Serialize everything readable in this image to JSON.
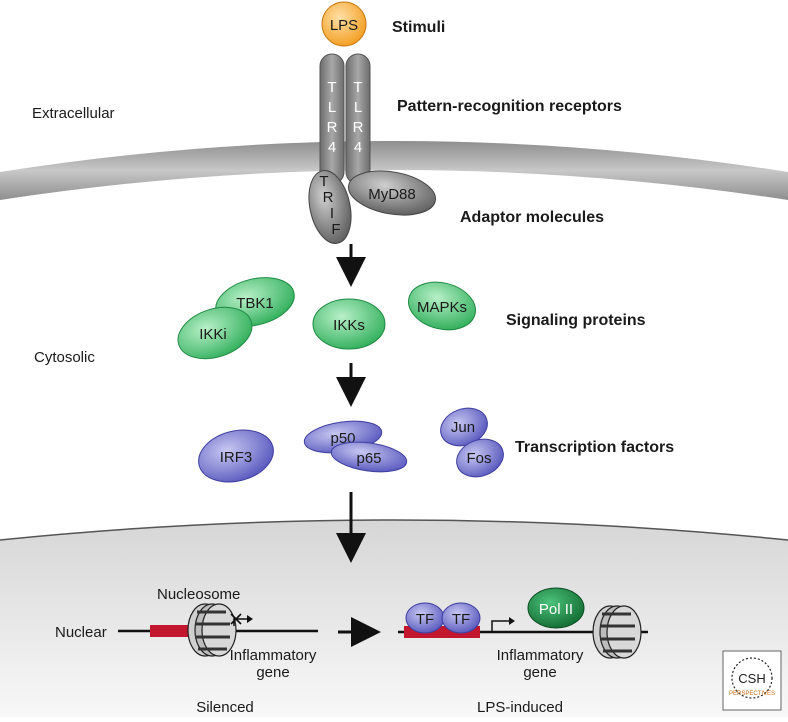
{
  "stimuli": {
    "ligand": "LPS",
    "label": "Stimuli"
  },
  "regions": {
    "extracellular": "Extracellular",
    "cytosolic": "Cytosolic",
    "nuclear": "Nuclear"
  },
  "receptors": {
    "label": "Pattern-recognition receptors",
    "tlr4_letters": [
      "T",
      "L",
      "R",
      "4"
    ]
  },
  "adaptors": {
    "label": "Adaptor molecules",
    "trif_letters": [
      "T",
      "R",
      "I",
      "F"
    ],
    "myd88": "MyD88"
  },
  "signaling": {
    "label": "Signaling proteins",
    "tbk1": "TBK1",
    "ikki": "IKKi",
    "ikks": "IKKs",
    "mapks": "MAPKs"
  },
  "transcription": {
    "label": "Transcription factors",
    "irf3": "IRF3",
    "p50": "p50",
    "p65": "p65",
    "jun": "Jun",
    "fos": "Fos"
  },
  "nucleus": {
    "nucleosome": "Nucleosome",
    "gene_left": [
      "Inflammatory",
      "gene"
    ],
    "gene_right": [
      "Inflammatory",
      "gene"
    ],
    "tf": "TF",
    "pol2": "Pol II",
    "silenced": "Silenced",
    "induced": "LPS-induced"
  },
  "logo": {
    "line1": "CSH",
    "line2": "PERSPECTIVES"
  },
  "colors": {
    "lps": "#f5a623",
    "receptor": "#8c8c8c",
    "adaptor": "#6e6e6e",
    "signaling": "#3fbf6a",
    "tf": "#6262c4",
    "pol2": "#1e8a43",
    "dna_mark": "#c3162f",
    "membrane": "#b3b3b3",
    "nucleus_bg": "#ececec"
  }
}
